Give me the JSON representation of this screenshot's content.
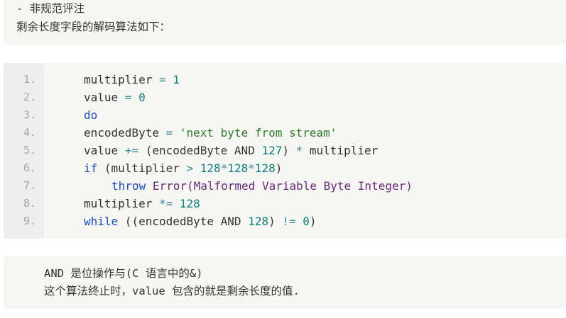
{
  "intro": {
    "line1": "- 非规范评注",
    "line2": "剩余长度字段的解码算法如下："
  },
  "code": {
    "line_numbers": [
      "1.",
      "2.",
      "3.",
      "4.",
      "5.",
      "6.",
      "7.",
      "8.",
      "9."
    ],
    "l1": {
      "a": "multiplier ",
      "op": "=",
      "b": " ",
      "n": "1"
    },
    "l2": {
      "a": "value ",
      "op": "=",
      "b": " ",
      "n": "0"
    },
    "l3": {
      "kw": "do"
    },
    "l4": {
      "a": "encodedByte ",
      "op": "=",
      "b": " ",
      "s": "'next byte from stream'"
    },
    "l5": {
      "a": "value ",
      "op": "+=",
      "b": " (encodedByte AND ",
      "n": "127",
      "c": ") ",
      "op2": "*",
      "d": " multiplier"
    },
    "l6": {
      "kw": "if",
      "a": " (multiplier ",
      "op": ">",
      "b": " ",
      "n1": "128",
      "op2": "*",
      "n2": "128",
      "op3": "*",
      "n3": "128",
      "c": ")"
    },
    "l7": {
      "kw": "throw",
      "b": " ",
      "fn": "Error(Malformed Variable Byte Integer)"
    },
    "l8": {
      "a": "multiplier ",
      "op": "*=",
      "b": " ",
      "n": "128"
    },
    "l9": {
      "kw": "while",
      "a": " ((encodedByte AND ",
      "n": "128",
      "c": ") ",
      "op": "!=",
      "d": " ",
      "n2": "0",
      "e": ")"
    }
  },
  "note": {
    "line1": "AND 是位操作与(C 语言中的&)",
    "line2": "这个算法终止时，value 包含的就是剩余长度的值."
  }
}
